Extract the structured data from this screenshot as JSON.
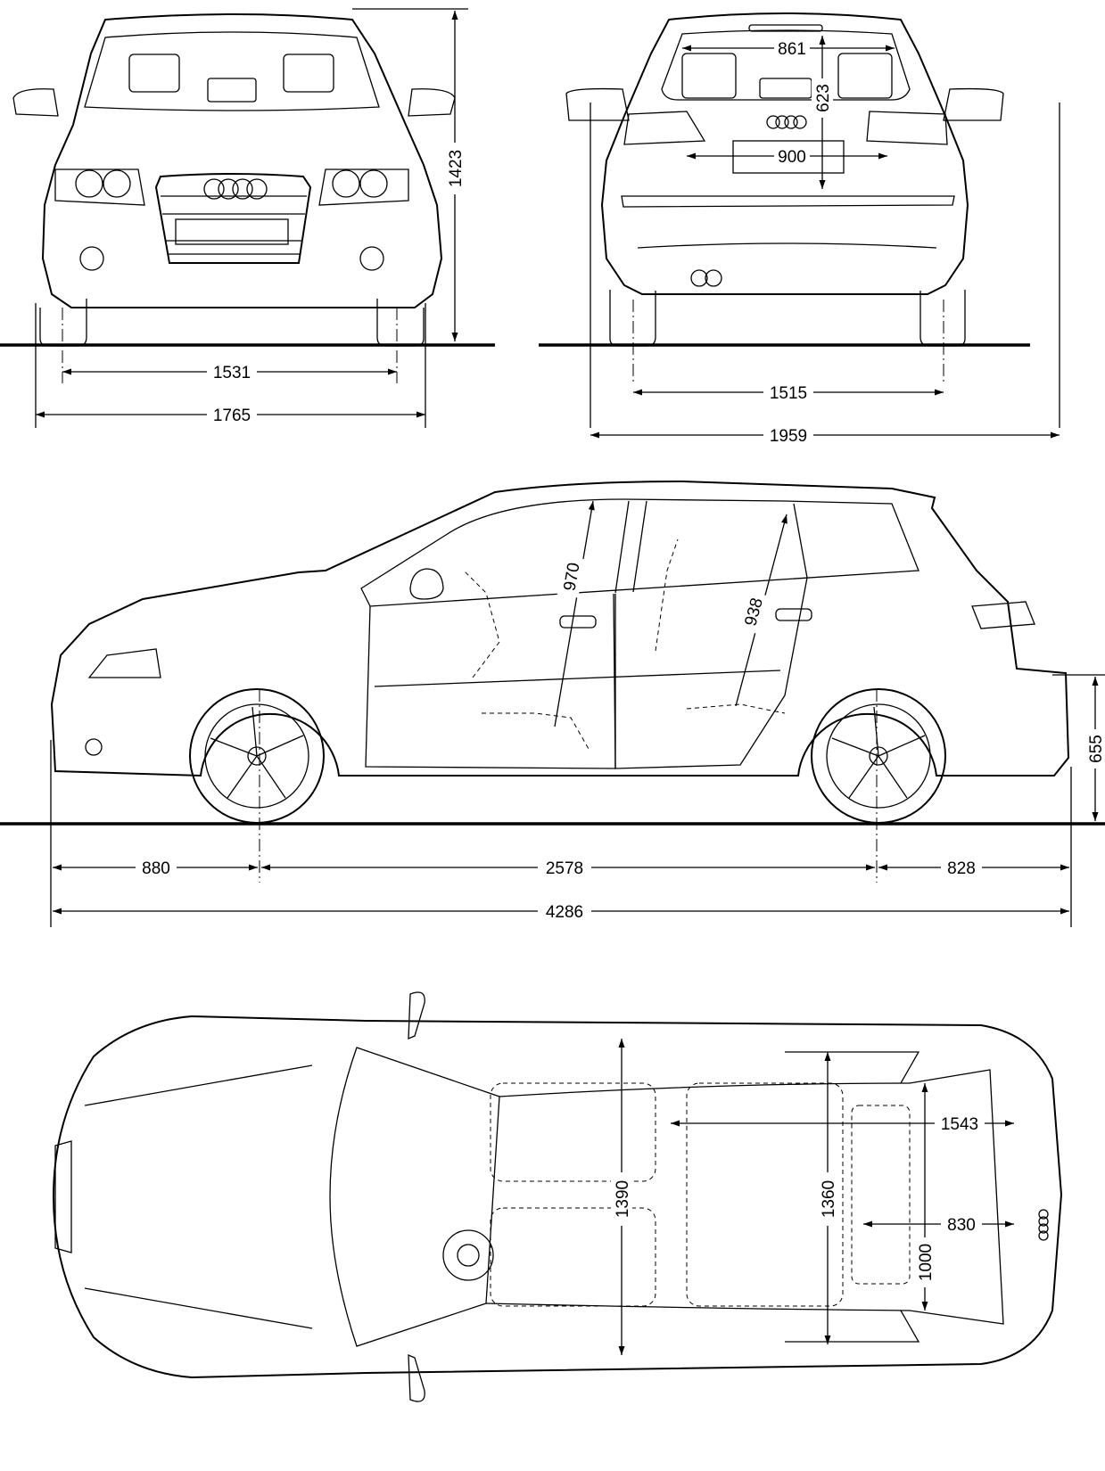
{
  "drawing": {
    "subject": "Car dimension blueprint (hatchback, 5-door)",
    "units": "mm",
    "views": {
      "front": {
        "name": "Front view",
        "dimensions": {
          "height": "1423",
          "track_front": "1531",
          "width_without_mirrors": "1765"
        }
      },
      "rear": {
        "name": "Rear view",
        "dimensions": {
          "tailgate_opening_top_width": "861",
          "tailgate_opening_height": "623",
          "tailgate_opening_bottom_width": "900",
          "track_rear": "1515",
          "width_with_mirrors": "1959"
        }
      },
      "side": {
        "name": "Side view",
        "dimensions": {
          "front_headroom": "970",
          "rear_headroom": "938",
          "loading_sill_height": "655",
          "front_overhang": "880",
          "wheelbase": "2578",
          "rear_overhang": "828",
          "overall_length": "4286"
        }
      },
      "top": {
        "name": "Top view",
        "dimensions": {
          "front_shoulder_width": "1390",
          "rear_shoulder_width": "1360",
          "luggage_length_seats_folded": "1543",
          "luggage_length": "830",
          "luggage_width_between_arches": "1000"
        }
      }
    }
  }
}
